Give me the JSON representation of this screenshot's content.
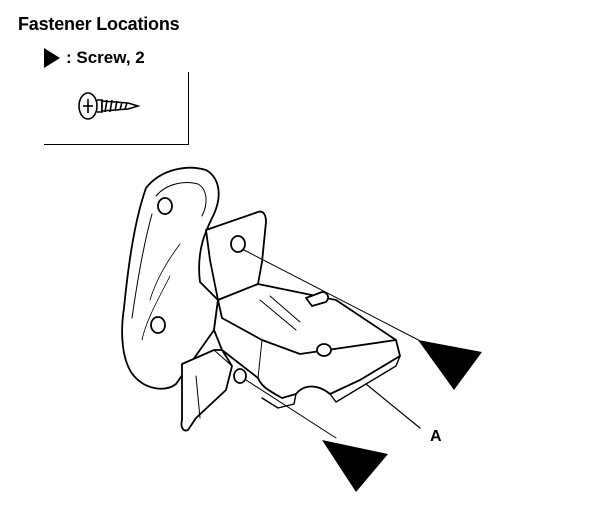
{
  "header": {
    "title": "Fastener Locations"
  },
  "legend": {
    "text": ": Screw, 2"
  },
  "callouts": {
    "part_a": "A"
  },
  "icons": {
    "legend_marker": "triangle-marker-icon",
    "screw": "screw-icon"
  },
  "colors": {
    "ink": "#000000",
    "background": "#ffffff"
  }
}
